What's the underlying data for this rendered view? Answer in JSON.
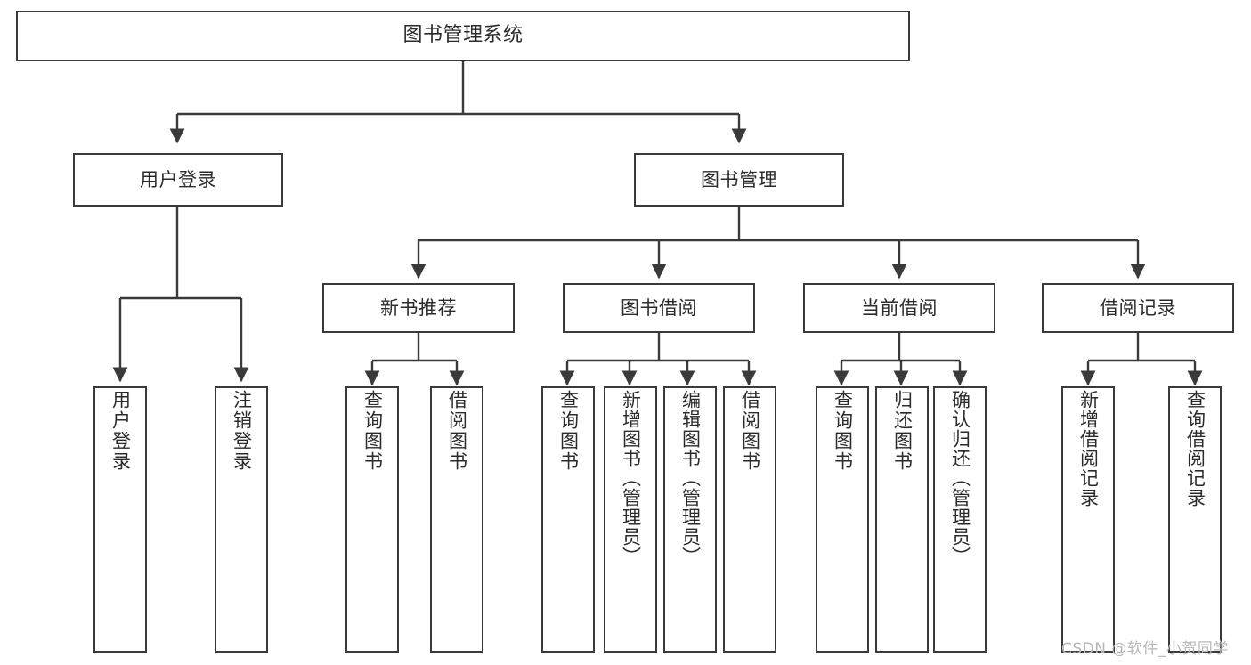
{
  "diagram": {
    "title": "图书管理系统",
    "type": "tree",
    "root": {
      "id": "root",
      "label": "图书管理系统"
    },
    "level2": [
      {
        "id": "user-login",
        "label": "用户登录"
      },
      {
        "id": "book-manage",
        "label": "图书管理"
      }
    ],
    "level3": [
      {
        "id": "new-book-recommend",
        "label": "新书推荐",
        "parent": "book-manage"
      },
      {
        "id": "book-borrow",
        "label": "图书借阅",
        "parent": "book-manage"
      },
      {
        "id": "current-borrow",
        "label": "当前借阅",
        "parent": "book-manage"
      },
      {
        "id": "borrow-record",
        "label": "借阅记录",
        "parent": "book-manage"
      }
    ],
    "leaves": [
      {
        "id": "leaf-user-login",
        "label": "用户登录",
        "parent": "user-login"
      },
      {
        "id": "leaf-user-logout",
        "label": "注销登录",
        "parent": "user-login"
      },
      {
        "id": "leaf-query-book-1",
        "label": "查询图书",
        "parent": "new-book-recommend"
      },
      {
        "id": "leaf-borrow-book-1",
        "label": "借阅图书",
        "parent": "new-book-recommend"
      },
      {
        "id": "leaf-query-book-2",
        "label": "查询图书",
        "parent": "book-borrow"
      },
      {
        "id": "leaf-add-book",
        "label": "新增图书（管理员）",
        "parent": "book-borrow"
      },
      {
        "id": "leaf-edit-book",
        "label": "编辑图书（管理员）",
        "parent": "book-borrow"
      },
      {
        "id": "leaf-borrow-book-2",
        "label": "借阅图书",
        "parent": "book-borrow"
      },
      {
        "id": "leaf-query-book-3",
        "label": "查询图书",
        "parent": "current-borrow"
      },
      {
        "id": "leaf-return-book",
        "label": "归还图书",
        "parent": "current-borrow"
      },
      {
        "id": "leaf-confirm-return",
        "label": "确认归还（管理员）",
        "parent": "current-borrow"
      },
      {
        "id": "leaf-add-record",
        "label": "新增借阅记录",
        "parent": "borrow-record"
      },
      {
        "id": "leaf-query-record",
        "label": "查询借阅记录",
        "parent": "borrow-record"
      }
    ],
    "watermark": "CSDN @软件_小贺同学",
    "colors": {
      "stroke": "#3a3a3a",
      "text": "#2b2b2b",
      "background": "#ffffff",
      "watermark": "#b8b8b8"
    }
  }
}
